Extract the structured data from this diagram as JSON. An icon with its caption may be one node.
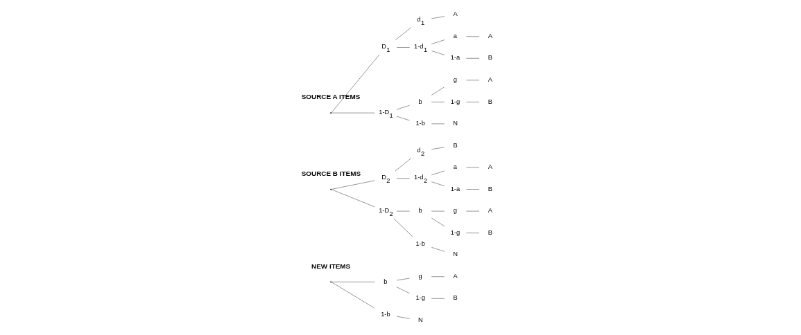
{
  "diagram": {
    "nodes": [
      {
        "text": [],
        "shape": "point"
      },
      {
        "text": [
          "D$_{1}$"
        ]
      },
      {
        "text": [
          "d$_{1}$"
        ]
      },
      {
        "text": [
          "A"
        ]
      },
      {
        "text": [
          "1-d$_{1}$"
        ]
      },
      {
        "text": [
          "a"
        ]
      },
      {
        "text": [
          "A"
        ]
      },
      {
        "text": [
          "1-a"
        ]
      },
      {
        "text": [
          "B"
        ]
      },
      {
        "text": [
          "1-D$_{1}$"
        ]
      },
      {
        "text": [
          "b"
        ]
      },
      {
        "text": [
          "g"
        ]
      },
      {
        "text": [
          "A"
        ]
      },
      {
        "text": [
          "1-g"
        ]
      },
      {
        "text": [
          "B"
        ]
      },
      {
        "text": [
          "1-b"
        ]
      },
      {
        "text": [
          "N"
        ]
      },
      {
        "text": [],
        "shape": "point"
      },
      {
        "text": [
          "D$_{2}$"
        ]
      },
      {
        "text": [
          "d$_{2}$"
        ]
      },
      {
        "text": [
          "B"
        ]
      },
      {
        "text": [
          "1-d$_{2}$"
        ]
      },
      {
        "text": [
          "a"
        ]
      },
      {
        "text": [
          "A"
        ]
      },
      {
        "text": [
          "1-a"
        ]
      },
      {
        "text": [
          "B"
        ]
      },
      {
        "text": [
          "1-D$_{2}$"
        ]
      },
      {
        "text": [
          "b"
        ]
      },
      {
        "text": [
          "g"
        ]
      },
      {
        "text": [
          "A"
        ]
      },
      {
        "text": [
          "1-g"
        ]
      },
      {
        "text": [
          "B"
        ]
      },
      {
        "text": [
          "1-b"
        ]
      },
      {
        "text": [
          "N"
        ]
      },
      {
        "text": [],
        "shape": "point"
      },
      {
        "text": [
          "b"
        ]
      },
      {
        "text": [
          "g"
        ]
      },
      {
        "text": [
          "A"
        ]
      },
      {
        "text": [
          "1-g"
        ]
      },
      {
        "text": [
          "B"
        ]
      },
      {
        "text": [
          "1-b"
        ]
      },
      {
        "text": [
          "N"
        ]
      }
    ],
    "edges": [
      {
        "from": 0,
        "to": 1,
        "arrow": "none"
      },
      {
        "from": 0,
        "to": 9,
        "arrow": "none"
      },
      {
        "from": 1,
        "to": 2,
        "arrow": "none"
      },
      {
        "from": 2,
        "to": 3,
        "arrow": "none"
      },
      {
        "from": 1,
        "to": 4,
        "arrow": "none"
      },
      {
        "from": 4,
        "to": 5,
        "arrow": "none"
      },
      {
        "from": 5,
        "to": 6,
        "arrow": "none"
      },
      {
        "from": 4,
        "to": 7,
        "arrow": "none"
      },
      {
        "from": 7,
        "to": 8,
        "arrow": "none"
      },
      {
        "from": 9,
        "to": 10,
        "arrow": "none"
      },
      {
        "from": 10,
        "to": 11,
        "arrow": "none"
      },
      {
        "from": 11,
        "to": 12,
        "arrow": "none"
      },
      {
        "from": 10,
        "to": 13,
        "arrow": "none"
      },
      {
        "from": 13,
        "to": 14,
        "arrow": "none"
      },
      {
        "from": 9,
        "to": 15,
        "arrow": "none"
      },
      {
        "from": 15,
        "to": 16,
        "arrow": "none"
      },
      {
        "from": 17,
        "to": 18,
        "arrow": "none"
      },
      {
        "from": 17,
        "to": 26,
        "arrow": "none"
      },
      {
        "from": 18,
        "to": 19,
        "arrow": "none"
      },
      {
        "from": 19,
        "to": 20,
        "arrow": "none"
      },
      {
        "from": 18,
        "to": 21,
        "arrow": "none"
      },
      {
        "from": 21,
        "to": 22,
        "arrow": "none"
      },
      {
        "from": 22,
        "to": 23,
        "arrow": "none"
      },
      {
        "from": 21,
        "to": 24,
        "arrow": "none"
      },
      {
        "from": 24,
        "to": 25,
        "arrow": "none"
      },
      {
        "from": 26,
        "to": 27,
        "arrow": "none"
      },
      {
        "from": 27,
        "to": 28,
        "arrow": "none"
      },
      {
        "from": 28,
        "to": 29,
        "arrow": "none"
      },
      {
        "from": 27,
        "to": 30,
        "arrow": "none"
      },
      {
        "from": 30,
        "to": 31,
        "arrow": "none"
      },
      {
        "from": 26,
        "to": 32,
        "arrow": "none"
      },
      {
        "from": 32,
        "to": 33,
        "arrow": "none"
      },
      {
        "from": 34,
        "to": 35,
        "arrow": "none"
      },
      {
        "from": 34,
        "to": 40,
        "arrow": "none"
      },
      {
        "from": 35,
        "to": 36,
        "arrow": "none"
      },
      {
        "from": 36,
        "to": 37,
        "arrow": "none"
      },
      {
        "from": 35,
        "to": 38,
        "arrow": "none"
      },
      {
        "from": 38,
        "to": 39,
        "arrow": "none"
      },
      {
        "from": 40,
        "to": 41,
        "arrow": "none"
      }
    ],
    "labels": [
      "SOURCE A ITEMS",
      "SOURCE B ITEMS",
      "NEW ITEMS"
    ]
  }
}
